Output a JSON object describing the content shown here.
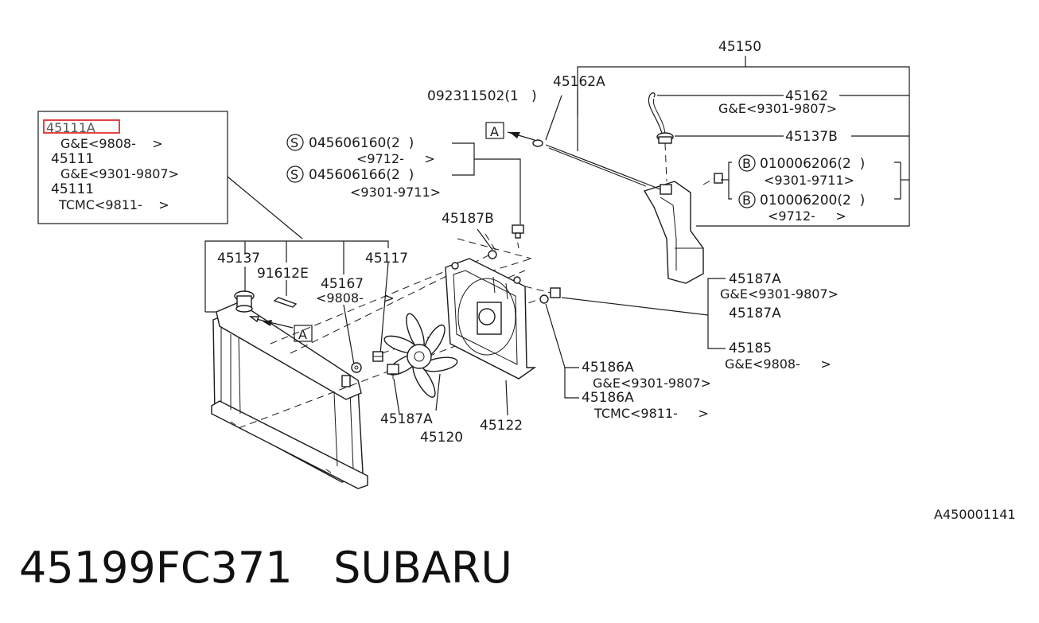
{
  "highlight_color": "#e03030",
  "inset": {
    "lines": [
      "45111A",
      "G&E<9808-    >",
      "45111",
      "G&E<9301-9807>",
      "45111",
      "TCMC<9811-    >"
    ]
  },
  "labels": {
    "p45150": "45150",
    "p45162A": "45162A",
    "bolt_092": "092311502(1   )",
    "p45162": "45162",
    "p45162_range": "G&E<9301-9807>",
    "p45137B": "45137B",
    "s1_code": "045606160(2  )",
    "s1_range": "<9712-     >",
    "s2_code": "045606166(2  )",
    "s2_range": "<9301-9711>",
    "b1_code": "010006206(2  )",
    "b1_range": "<9301-9711>",
    "b2_code": "010006200(2  )",
    "b2_range": "<9712-     >",
    "p45187B": "45187B",
    "p45137": "45137",
    "p91612E": "91612E",
    "p45167": "45167",
    "p45167_range": "<9808-     >",
    "p45117": "45117",
    "p45187A_1": "45187A",
    "p45187A_1_range": "G&E<9301-9807>",
    "p45187A_2": "45187A",
    "p45185": "45185",
    "p45185_range": "G&E<9808-     >",
    "p45186A_1": "45186A",
    "p45186A_1_range": "G&E<9301-9807>",
    "p45186A_2": "45186A",
    "p45186A_2_range": "TCMC<9811-     >",
    "p45187A_3": "45187A",
    "p45120": "45120",
    "p45122": "45122",
    "ref_a": "A",
    "marker_s": "S",
    "marker_b": "B",
    "diagram_id": "A450001141"
  },
  "caption": "45199FC371   SUBARU"
}
